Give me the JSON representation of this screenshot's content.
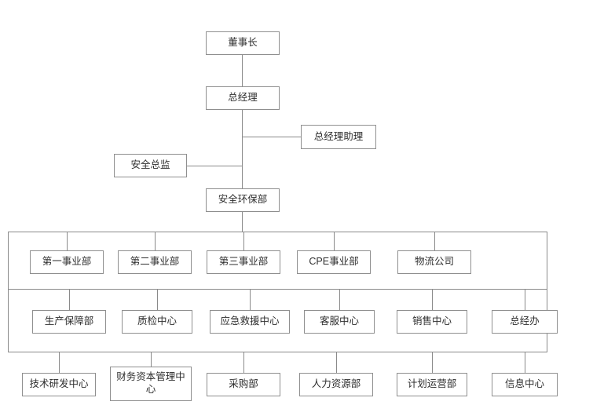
{
  "colors": {
    "background": "#ffffff",
    "line": "#8a8a8a",
    "box_border": "#8f8f8f",
    "text": "#2e2e2e"
  },
  "hierarchy": {
    "chairman": {
      "label": "董事长"
    },
    "general_manager": {
      "label": "总经理"
    },
    "gm_assistant": {
      "label": "总经理助理"
    },
    "safety_director": {
      "label": "安全总监"
    },
    "safety_env_dept": {
      "label": "安全环保部"
    }
  },
  "row1": [
    {
      "label": "第一事业部"
    },
    {
      "label": "第二事业部"
    },
    {
      "label": "第三事业部"
    },
    {
      "label": "CPE事业部"
    },
    {
      "label": "物流公司"
    }
  ],
  "row2": [
    {
      "label": "生产保障部"
    },
    {
      "label": "质检中心"
    },
    {
      "label": "应急救援中心"
    },
    {
      "label": "客服中心"
    },
    {
      "label": "销售中心"
    },
    {
      "label": "总经办"
    }
  ],
  "row3": [
    {
      "label": "技术研发中心"
    },
    {
      "label": "财务资本管理中心"
    },
    {
      "label": "采购部"
    },
    {
      "label": "人力资源部"
    },
    {
      "label": "计划运营部"
    },
    {
      "label": "信息中心"
    }
  ]
}
